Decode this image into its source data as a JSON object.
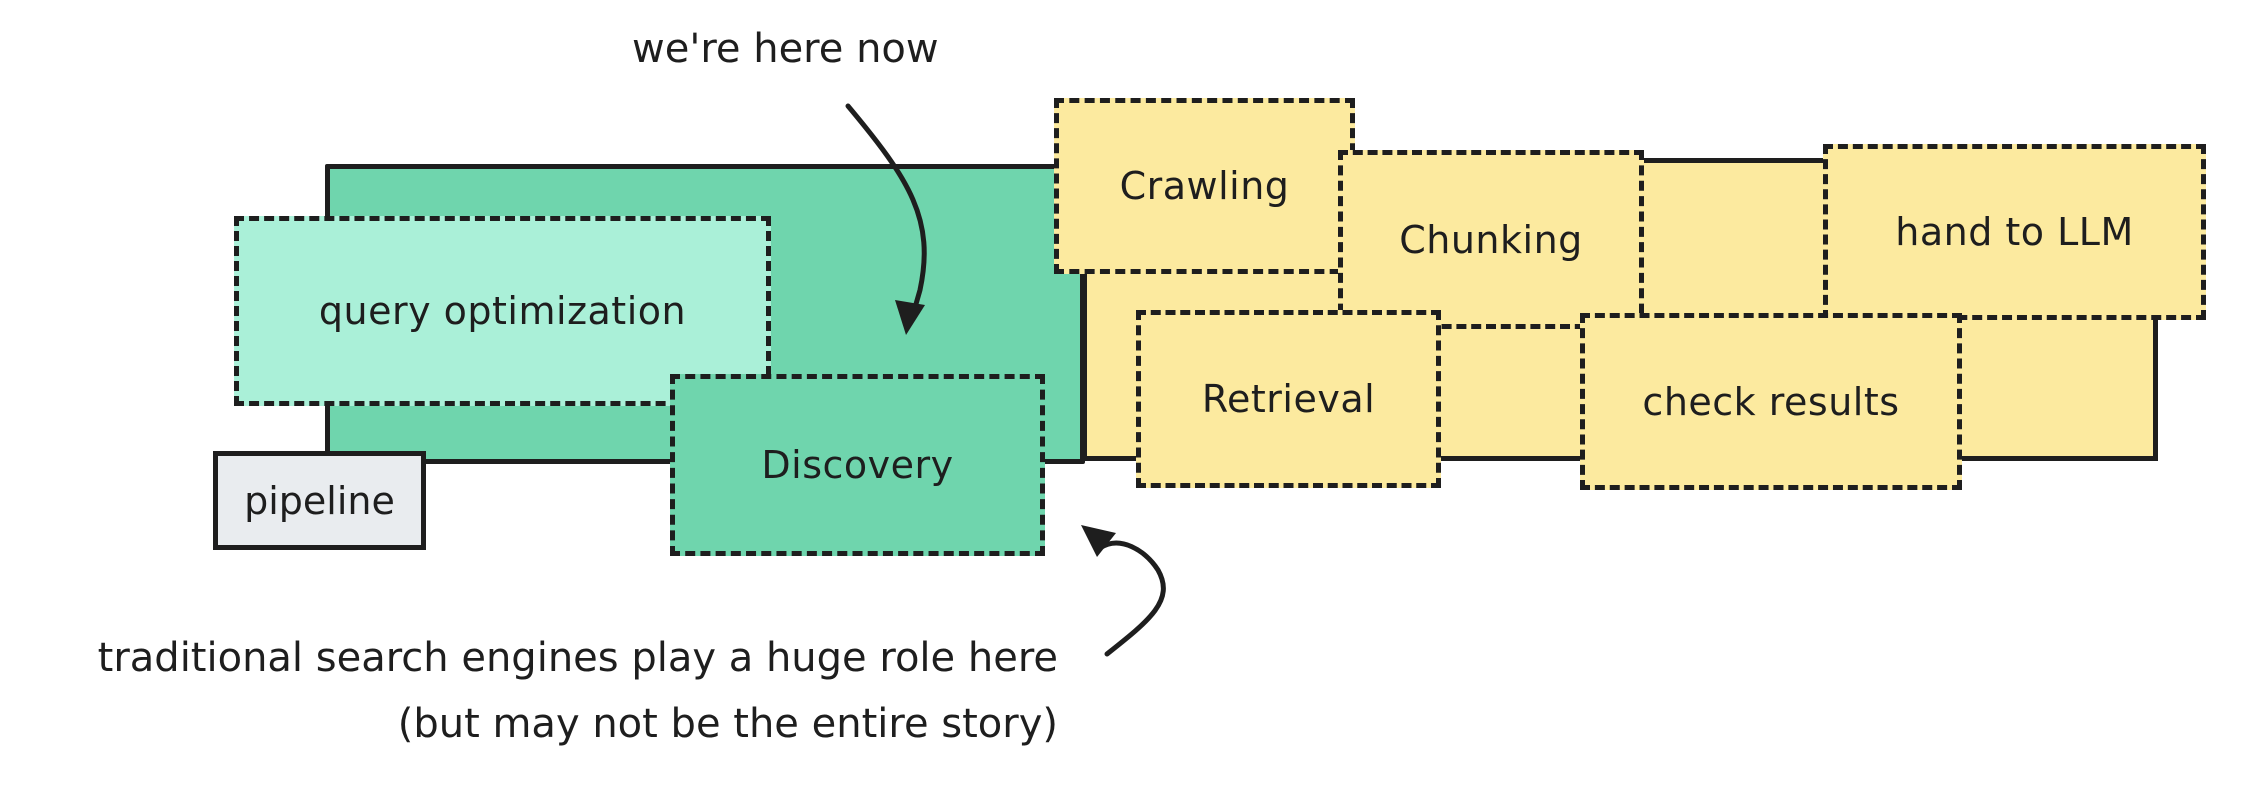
{
  "diagram": {
    "title_annotation": "we're here now",
    "group_label": "pipeline",
    "boxes": {
      "query_optimization": "query optimization",
      "discovery": "Discovery",
      "crawling": "Crawling",
      "chunking": "Chunking",
      "hand_to_llm": "hand to LLM",
      "retrieval": "Retrieval",
      "check_results": "check results"
    },
    "bottom_annotation": {
      "line1": "traditional search engines play a huge role here",
      "line2": "(but may not be the entire story)"
    },
    "colors": {
      "discovery_group": "#6fd5ad",
      "query_box": "#aaf0d8",
      "processing_group": "#fcea9f",
      "pipeline_label_bg": "#e9ecef",
      "stroke": "#1e1e1e"
    }
  }
}
